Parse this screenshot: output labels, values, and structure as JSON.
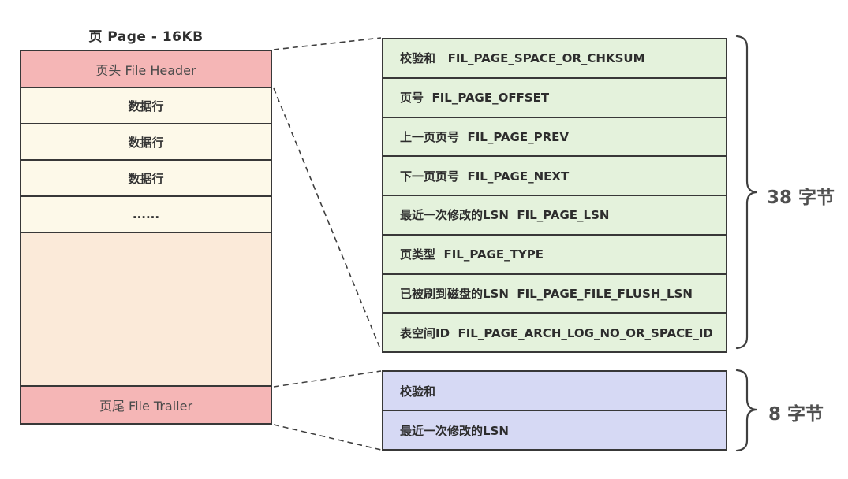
{
  "page_box": {
    "title": "页 Page - 16KB",
    "header_label": "页头 File Header",
    "data_rows": [
      "数据行",
      "数据行",
      "数据行",
      "......"
    ],
    "trailer_label": "页尾 File Trailer"
  },
  "file_header_fields": {
    "rows": [
      "校验和   FIL_PAGE_SPACE_OR_CHKSUM",
      "页号  FIL_PAGE_OFFSET",
      "上一页页号  FIL_PAGE_PREV",
      "下一页页号  FIL_PAGE_NEXT",
      "最近一次修改的LSN  FIL_PAGE_LSN",
      "页类型  FIL_PAGE_TYPE",
      "已被刷到磁盘的LSN  FIL_PAGE_FILE_FLUSH_LSN",
      "表空间ID  FIL_PAGE_ARCH_LOG_NO_OR_SPACE_ID"
    ],
    "size_label": "38 字节"
  },
  "file_trailer_fields": {
    "rows": [
      "校验和",
      "最近一次修改的LSN"
    ],
    "size_label": "8 字节"
  },
  "colors": {
    "header_trailer_pink": "#f5b6b6",
    "data_row_cream": "#fdf9e9",
    "free_space_peach": "#fbead9",
    "header_fields_green": "#e4f2dc",
    "trailer_fields_purple": "#d6d9f4",
    "border_dark": "#383838",
    "label_gray": "#4f4f4f"
  }
}
